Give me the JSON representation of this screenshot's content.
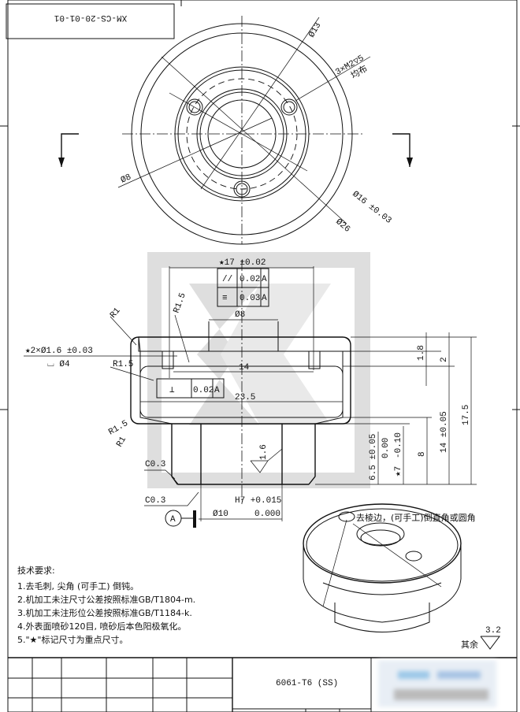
{
  "drawing_number": "XM-CS-20-01-01",
  "top_view": {
    "dims": {
      "d13": "Ø13",
      "thread": "3×M2▽5",
      "thread_note": "均布",
      "d8": "Ø8",
      "d16": "Ø16 ±0.03",
      "d26": "Ø26"
    }
  },
  "section_view": {
    "width17": "★17 ±0.02",
    "fcf_parallel": {
      "symbol": "//",
      "value": "0.02",
      "datum": "A"
    },
    "fcf_symmetry": {
      "symbol": "≡",
      "value": "0.03",
      "datum": "A"
    },
    "fcf_perp": {
      "symbol": "⊥",
      "value": "0.02",
      "datum": "A"
    },
    "d8": "Ø8",
    "hole": "★2×Ø1.6 ±0.03",
    "counterbore": "⌴ Ø4",
    "r1_top": "R1",
    "r15_top": "R1.5",
    "r15_mid": "R1.5",
    "r15_low": "R1.5",
    "r1_low": "R1",
    "w14": "14",
    "w235": "23.5",
    "roughness16": "1.6",
    "c03a": "C0.3",
    "c03b": "C0.3",
    "bore_tol": "H7 +0.015",
    "bore_tol_low": "0.000",
    "bore": "Ø10",
    "datum": "A",
    "h18": "1.8",
    "h2": "2",
    "h175": "17.5",
    "h14": "14 ±0.05",
    "h8": "8",
    "h7": "★7",
    "h7_tol_up": "0.00",
    "h7_tol_low": "-0.10",
    "h65": "6.5 ±0.05"
  },
  "iso_view": {
    "note": "去棱边，(可手工)倒直角或圆角"
  },
  "tech_requirements": {
    "title": "技术要求:",
    "items": [
      "1.去毛刺, 尖角 (可手工) 倒钝。",
      "2.机加工未注尺寸公差按照标准GB/T1804-m.",
      "3.机加工未注形位公差按照标准GB/T1184-k.",
      "4.外表面喷砂120目, 喷砂后本色阳极氧化。",
      "5.\"★\"标记尺寸为重点尺寸。"
    ]
  },
  "roughness": {
    "value": "3.2",
    "label": "其余"
  },
  "title_block": {
    "material": "6061-T6 (SS)"
  }
}
